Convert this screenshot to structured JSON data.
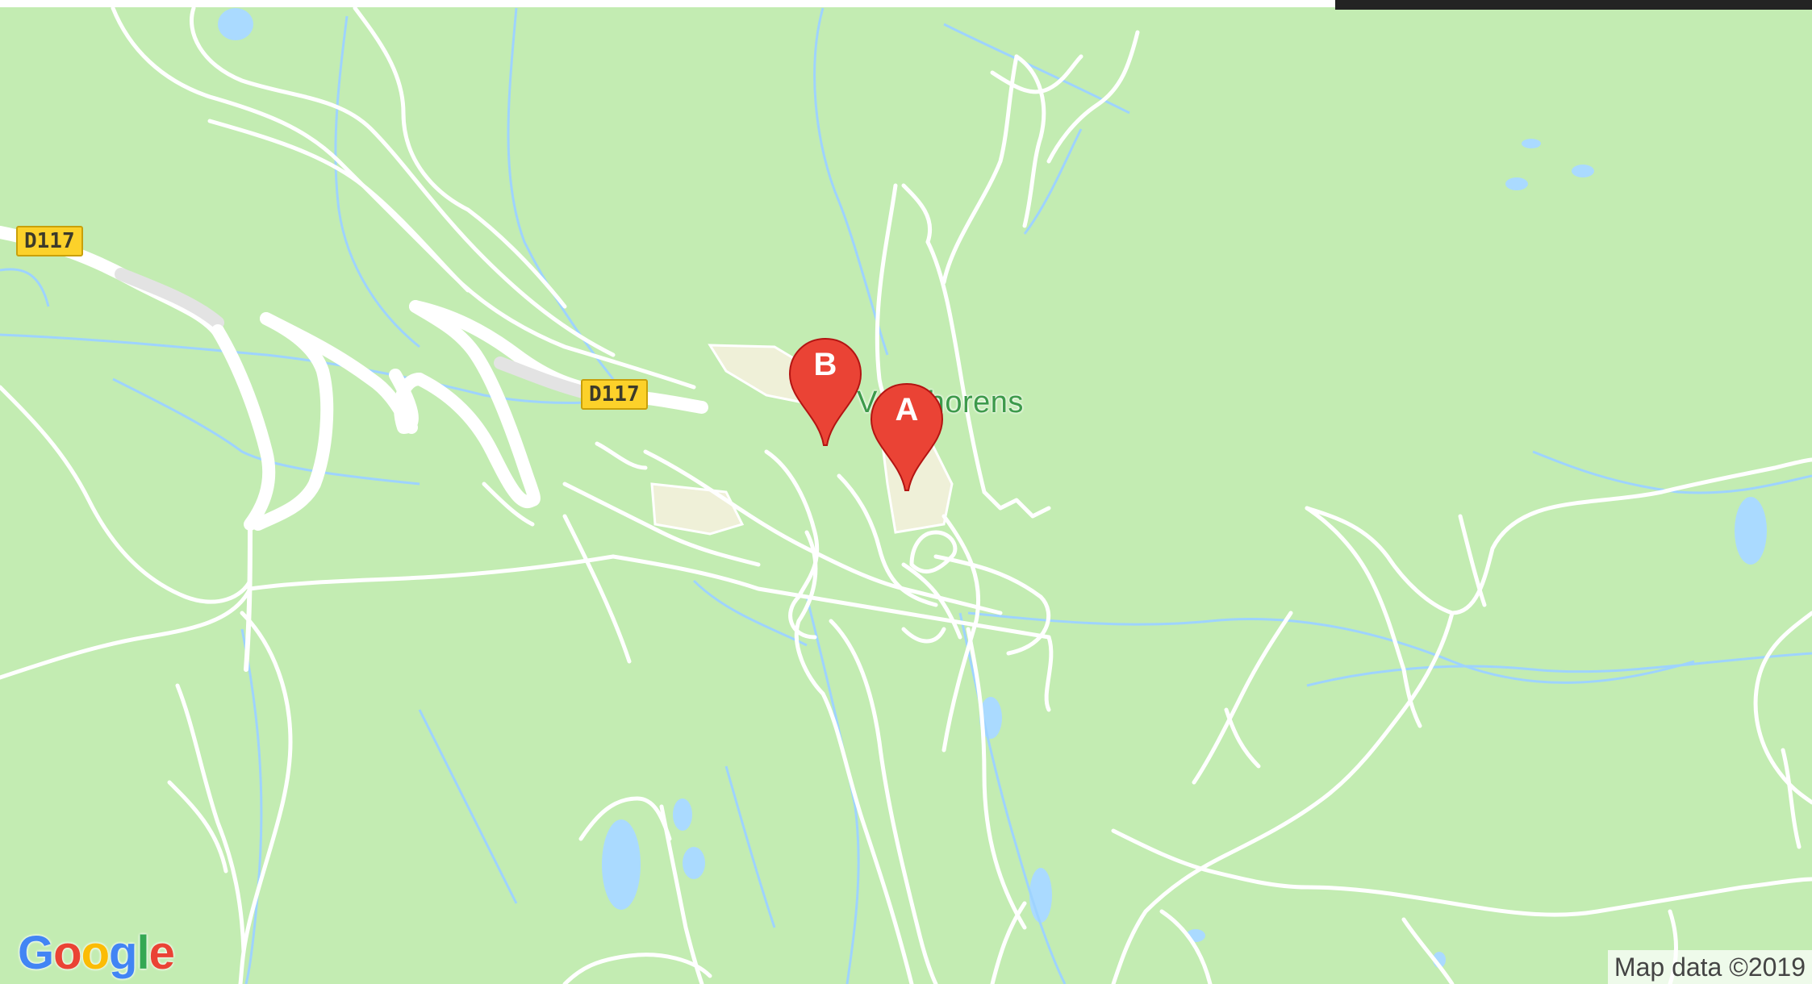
{
  "map": {
    "place_name": "Val Thorens",
    "road_shields": [
      "D117",
      "D117"
    ],
    "markers": [
      {
        "letter": "A",
        "color": "#ea4335"
      },
      {
        "letter": "B",
        "color": "#ea4335"
      }
    ],
    "logo_letters": [
      {
        "char": "G",
        "color": "#4285f4"
      },
      {
        "char": "o",
        "color": "#ea4335"
      },
      {
        "char": "o",
        "color": "#fbbc05"
      },
      {
        "char": "g",
        "color": "#4285f4"
      },
      {
        "char": "l",
        "color": "#34a853"
      },
      {
        "char": "e",
        "color": "#ea4335"
      }
    ],
    "attribution": "Map data ©2019",
    "colors": {
      "land": "#c3ecb2",
      "water": "#aadaff",
      "road": "#ffffff",
      "settlement": "#eff0d8"
    }
  }
}
